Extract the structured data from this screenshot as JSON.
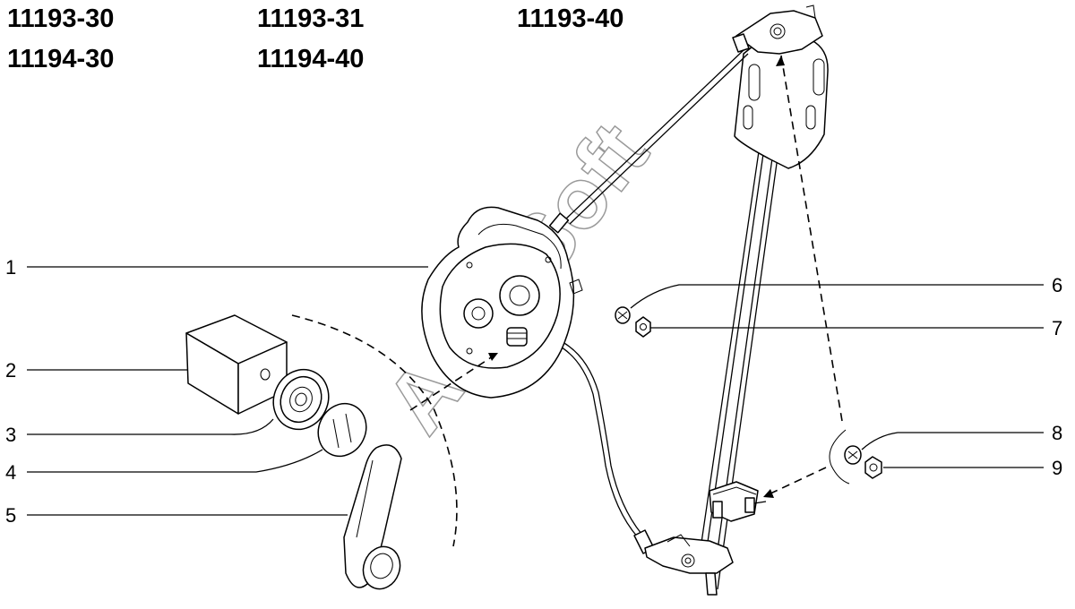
{
  "models": [
    "11193-30",
    "11193-31",
    "11193-40",
    "11194-30",
    "11194-40"
  ],
  "callouts": [
    "1",
    "2",
    "3",
    "4",
    "5",
    "6",
    "7",
    "8",
    "9"
  ],
  "watermark": "AutoSoft"
}
